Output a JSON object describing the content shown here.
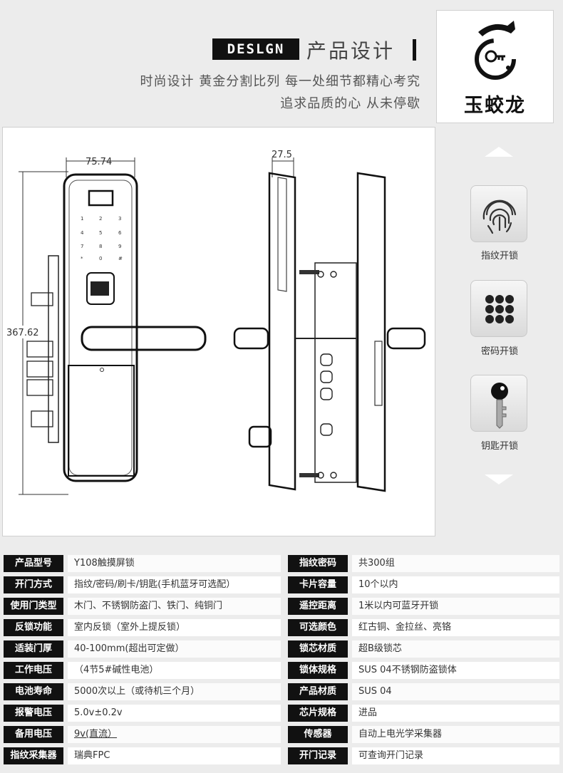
{
  "header": {
    "badge": "DESLGN",
    "title": "产品设计",
    "slogan_line1": "时尚设计  黄金分割比列   每一处细节都精心考究",
    "slogan_line2": "追求品质的心   从未停歇"
  },
  "logo": {
    "brand": "玉蛟龙"
  },
  "drawing": {
    "width_dim": "75.74",
    "depth_dim": "27.5",
    "height_dim": "367.62",
    "keypad": [
      "1",
      "2",
      "3",
      "4",
      "5",
      "6",
      "7",
      "8",
      "9",
      "*",
      "0",
      "#"
    ]
  },
  "side": {
    "features": [
      {
        "label": "指纹开锁",
        "icon": "fingerprint-icon"
      },
      {
        "label": "密码开锁",
        "icon": "keypad-icon"
      },
      {
        "label": "钥匙开锁",
        "icon": "key-icon"
      }
    ]
  },
  "specs": [
    {
      "l1": "产品型号",
      "v1": "Y108触摸屏锁",
      "l2": "指纹密码",
      "v2": "共300组"
    },
    {
      "l1": "开门方式",
      "v1": "指纹/密码/刷卡/钥匙(手机蓝牙可选配）",
      "l2": "卡片容量",
      "v2": "10个以内"
    },
    {
      "l1": "使用门类型",
      "v1": "木门、不锈钢防盗门、铁门、纯铜门",
      "l2": "遥控距离",
      "v2": "1米以内可蓝牙开锁"
    },
    {
      "l1": "反锁功能",
      "v1": "室内反锁（室外上提反锁）",
      "l2": "可选颜色",
      "v2": "红古铜、金拉丝、亮铬"
    },
    {
      "l1": "适装门厚",
      "v1": "40-100mm(超出可定做）",
      "l2": "锁芯材质",
      "v2": "超B级锁芯"
    },
    {
      "l1": "工作电压",
      "v1": "（4节5#碱性电池）",
      "l2": "锁体规格",
      "v2": "SUS 04不锈钢防盗锁体"
    },
    {
      "l1": "电池寿命",
      "v1": "5000次以上（或待机三个月）",
      "l2": "产品材质",
      "v2": "SUS 04"
    },
    {
      "l1": "报警电压",
      "v1": "5.0v±0.2v",
      "l2": "芯片规格",
      "v2": "进品"
    },
    {
      "l1": "备用电压",
      "v1": "9v(直流）",
      "l2": "传感器",
      "v2": "自动上电光学采集器"
    },
    {
      "l1": "指纹采集器",
      "v1": "瑞典FPC",
      "l2": "开门记录",
      "v2": "可查询开门记录"
    }
  ]
}
